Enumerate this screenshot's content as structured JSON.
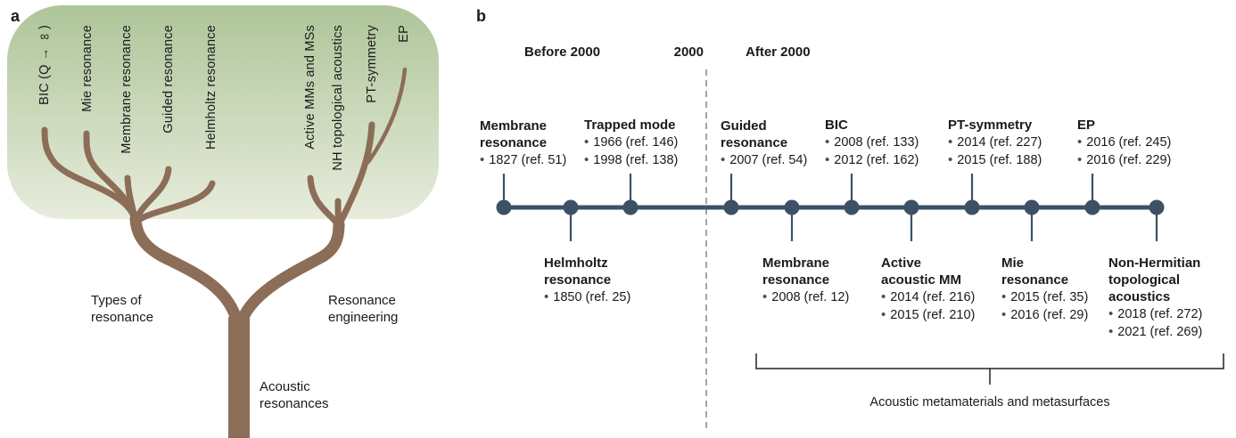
{
  "colors": {
    "tree_brown": "#8c6d58",
    "canopy_green_top": "#aec599",
    "canopy_green_bottom": "#e7ecdc",
    "timeline_navy": "#3d5066",
    "divider_gray": "#9a9a9a"
  },
  "icons": {
    "bullet": "•"
  },
  "panel_a": {
    "label": "a",
    "branches": [
      "BIC (Q → ∞)",
      "Mie resonance",
      "Membrane resonance",
      "Guided resonance",
      "Helmholtz resonance",
      "Active MMs and MSs",
      "NH topological acoustics",
      "PT-symmetry",
      "EP"
    ],
    "group_left_lines": [
      "Types of",
      "resonance"
    ],
    "group_right_lines": [
      "Resonance",
      "engineering"
    ],
    "trunk_lines": [
      "Acoustic",
      "resonances"
    ]
  },
  "panel_b": {
    "label": "b",
    "era_before": "Before 2000",
    "era_year": "2000",
    "era_after": "After 2000",
    "events_above": [
      {
        "title_lines": [
          "Membrane",
          "resonance"
        ],
        "entries": [
          "1827 (ref. 51)"
        ]
      },
      {
        "title_lines": [
          "Trapped mode"
        ],
        "entries": [
          "1966 (ref. 146)",
          "1998 (ref. 138)"
        ]
      },
      {
        "title_lines": [
          "Guided",
          "resonance"
        ],
        "entries": [
          "2007 (ref. 54)"
        ]
      },
      {
        "title_lines": [
          "BIC"
        ],
        "entries": [
          "2008 (ref. 133)",
          "2012 (ref. 162)"
        ]
      },
      {
        "title_lines": [
          "PT-symmetry"
        ],
        "entries": [
          "2014 (ref. 227)",
          "2015 (ref. 188)"
        ]
      },
      {
        "title_lines": [
          "EP"
        ],
        "entries": [
          "2016 (ref. 245)",
          "2016 (ref. 229)"
        ]
      }
    ],
    "events_below": [
      {
        "title_lines": [
          "Helmholtz",
          "resonance"
        ],
        "entries": [
          "1850 (ref. 25)"
        ]
      },
      {
        "title_lines": [
          "Membrane",
          "resonance"
        ],
        "entries": [
          "2008 (ref. 12)"
        ]
      },
      {
        "title_lines": [
          "Active",
          "acoustic MM"
        ],
        "entries": [
          "2014 (ref. 216)",
          "2015 (ref. 210)"
        ]
      },
      {
        "title_lines": [
          "Mie",
          "resonance"
        ],
        "entries": [
          "2015 (ref. 35)",
          "2016 (ref. 29)"
        ]
      },
      {
        "title_lines": [
          "Non-Hermitian",
          "topological",
          "acoustics"
        ],
        "entries": [
          "2018 (ref. 272)",
          "2021 (ref. 269)"
        ]
      }
    ],
    "bracket_label": "Acoustic metamaterials and metasurfaces"
  }
}
